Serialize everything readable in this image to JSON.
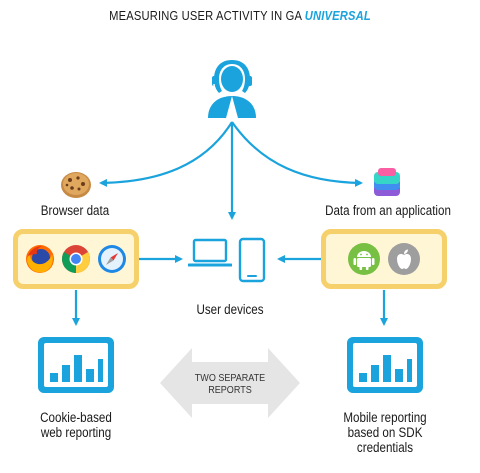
{
  "title": {
    "main": "MEASURING USER ACTIVITY IN GA",
    "accent": "UNIVERSAL"
  },
  "labels": {
    "browser_data": "Browser data",
    "app_data": "Data from an application",
    "user_devices": "User devices",
    "web_reporting_1": "Cookie-based",
    "web_reporting_2": "web reporting",
    "mobile_reporting_1": "Mobile reporting",
    "mobile_reporting_2": "based on SDK",
    "mobile_reporting_3": "credentials",
    "two_reports_1": "TWO SEPARATE",
    "two_reports_2": "REPORTS"
  },
  "icons": {
    "user": "user-headset-icon",
    "cookie": "cookie-icon",
    "app_stack": "app-stack-icon",
    "browsers": [
      "firefox-icon",
      "chrome-icon",
      "safari-icon"
    ],
    "mobile_os": [
      "android-icon",
      "apple-icon"
    ],
    "devices": [
      "laptop-icon",
      "smartphone-icon"
    ],
    "reports": "bar-chart-icon"
  },
  "colors": {
    "accent_blue": "#1aa3dc",
    "panel_border": "#f6d06b",
    "panel_fill": "#fff6d6",
    "double_arrow": "#e5e5e5"
  }
}
